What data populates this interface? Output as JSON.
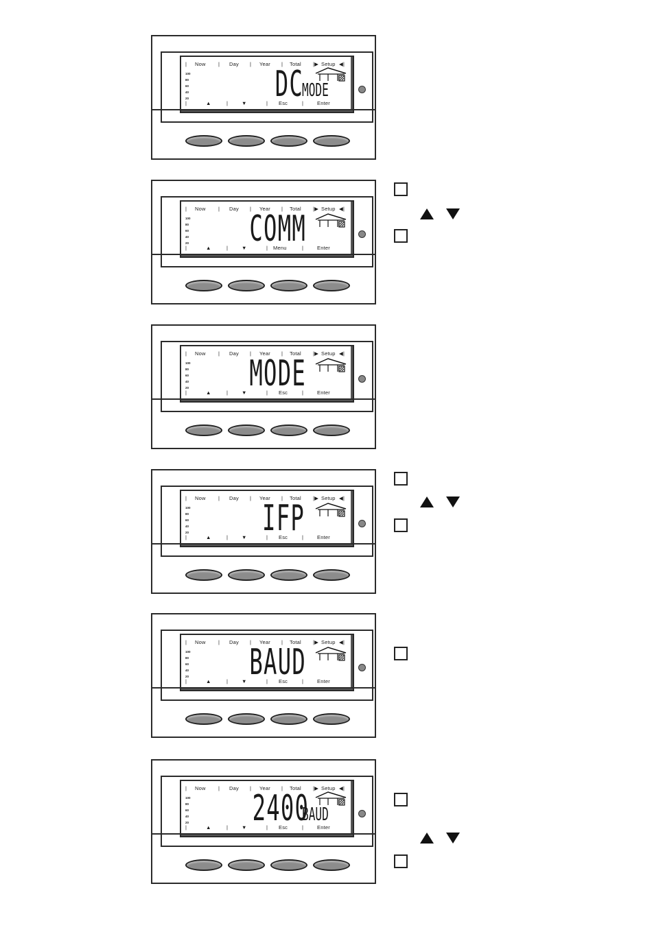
{
  "lcd_labels": {
    "now": "Now",
    "day": "Day",
    "year": "Year",
    "total": "Total",
    "setup": "Setup",
    "up": "▲",
    "down": "▼",
    "esc": "Esc",
    "menu": "Menu",
    "enter": "Enter",
    "scale": [
      "100",
      "80",
      "60",
      "40",
      "20"
    ]
  },
  "panels": [
    {
      "main": "DC",
      "sub": "MODE",
      "mid_label": "Esc"
    },
    {
      "main": "COMM",
      "sub": "",
      "mid_label": "Menu"
    },
    {
      "main": "MODE",
      "sub": "",
      "mid_label": "Esc"
    },
    {
      "main": "IFP",
      "sub": "",
      "mid_label": "Esc"
    },
    {
      "main": "BAUD",
      "sub": "",
      "mid_label": "Esc"
    },
    {
      "main": "2400",
      "sub": "BAUD",
      "mid_label": "Esc"
    }
  ],
  "arrows": {
    "up": "▲",
    "down": "▼"
  }
}
